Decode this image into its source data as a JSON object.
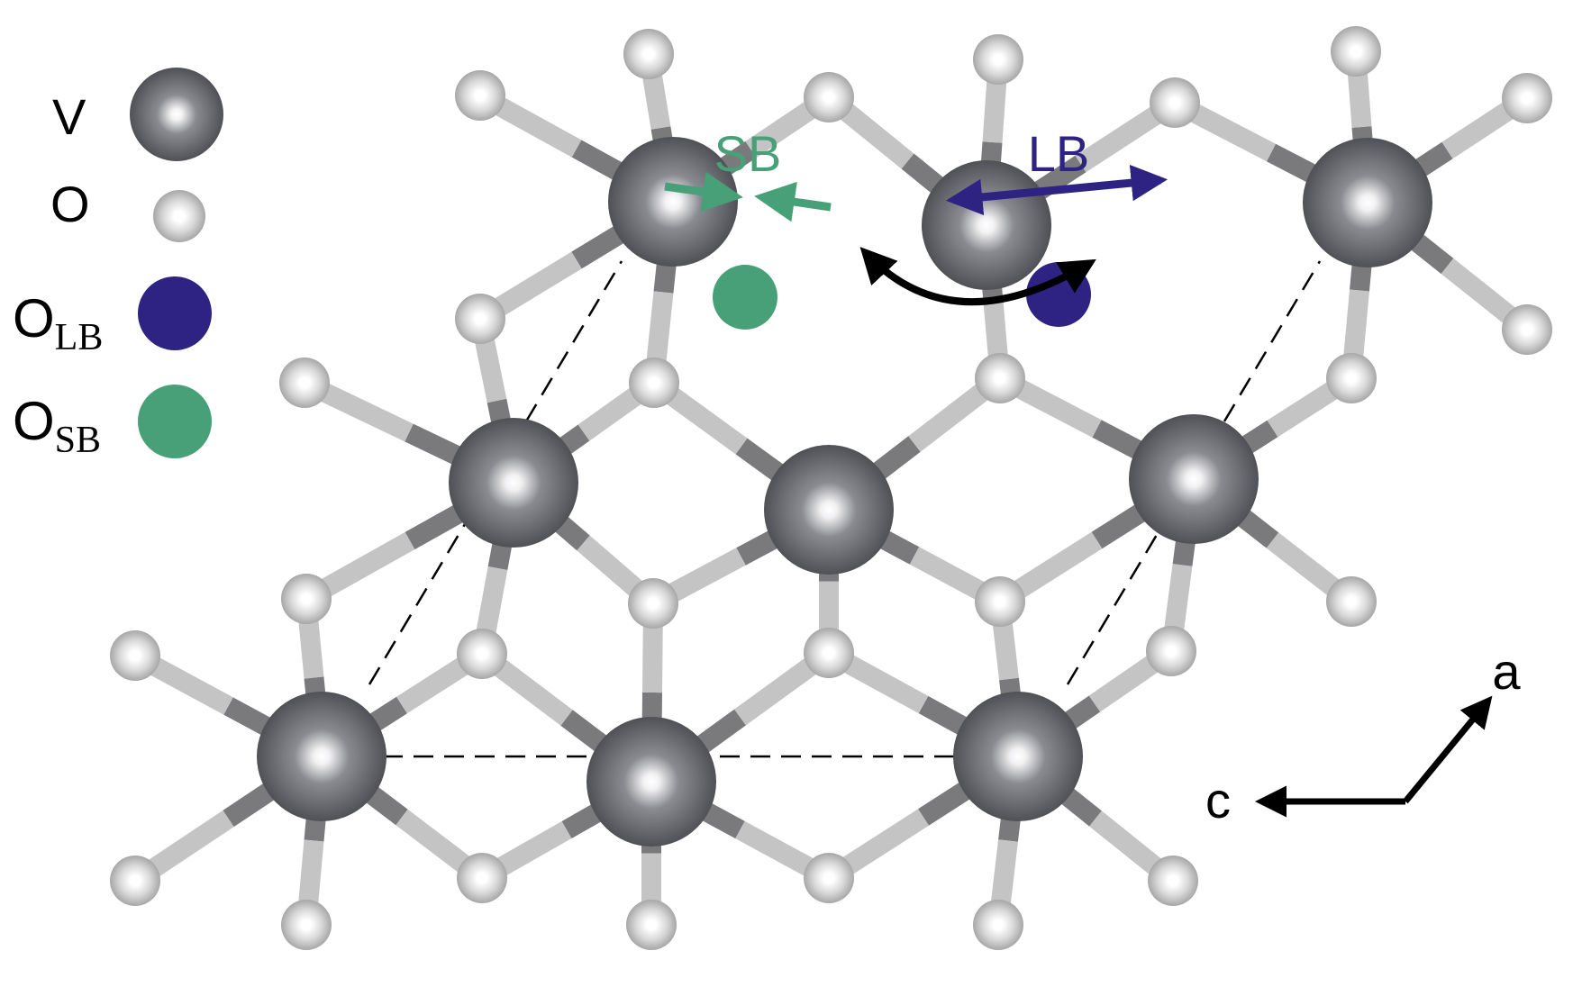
{
  "legend": {
    "items": [
      {
        "label": "V",
        "sub": "",
        "swatch": "vanadium-atom"
      },
      {
        "label": "O",
        "sub": "",
        "swatch": "oxygen-atom"
      },
      {
        "label": "O",
        "sub": "LB",
        "swatch": "oxygen-long-bond"
      },
      {
        "label": "O",
        "sub": "SB",
        "swatch": "oxygen-short-bond"
      }
    ]
  },
  "annotations": {
    "short_bond": "SB",
    "long_bond": "LB"
  },
  "axes": {
    "a_label": "a",
    "c_label": "c"
  },
  "colors": {
    "vanadium": "#6e6f73",
    "oxygen": "#d8d8d8",
    "bond_v": "#7a7a7d",
    "bond_o": "#c4c4c4",
    "o_lb": "#2e2383",
    "o_sb": "#48a079",
    "arrow": "#000000"
  }
}
